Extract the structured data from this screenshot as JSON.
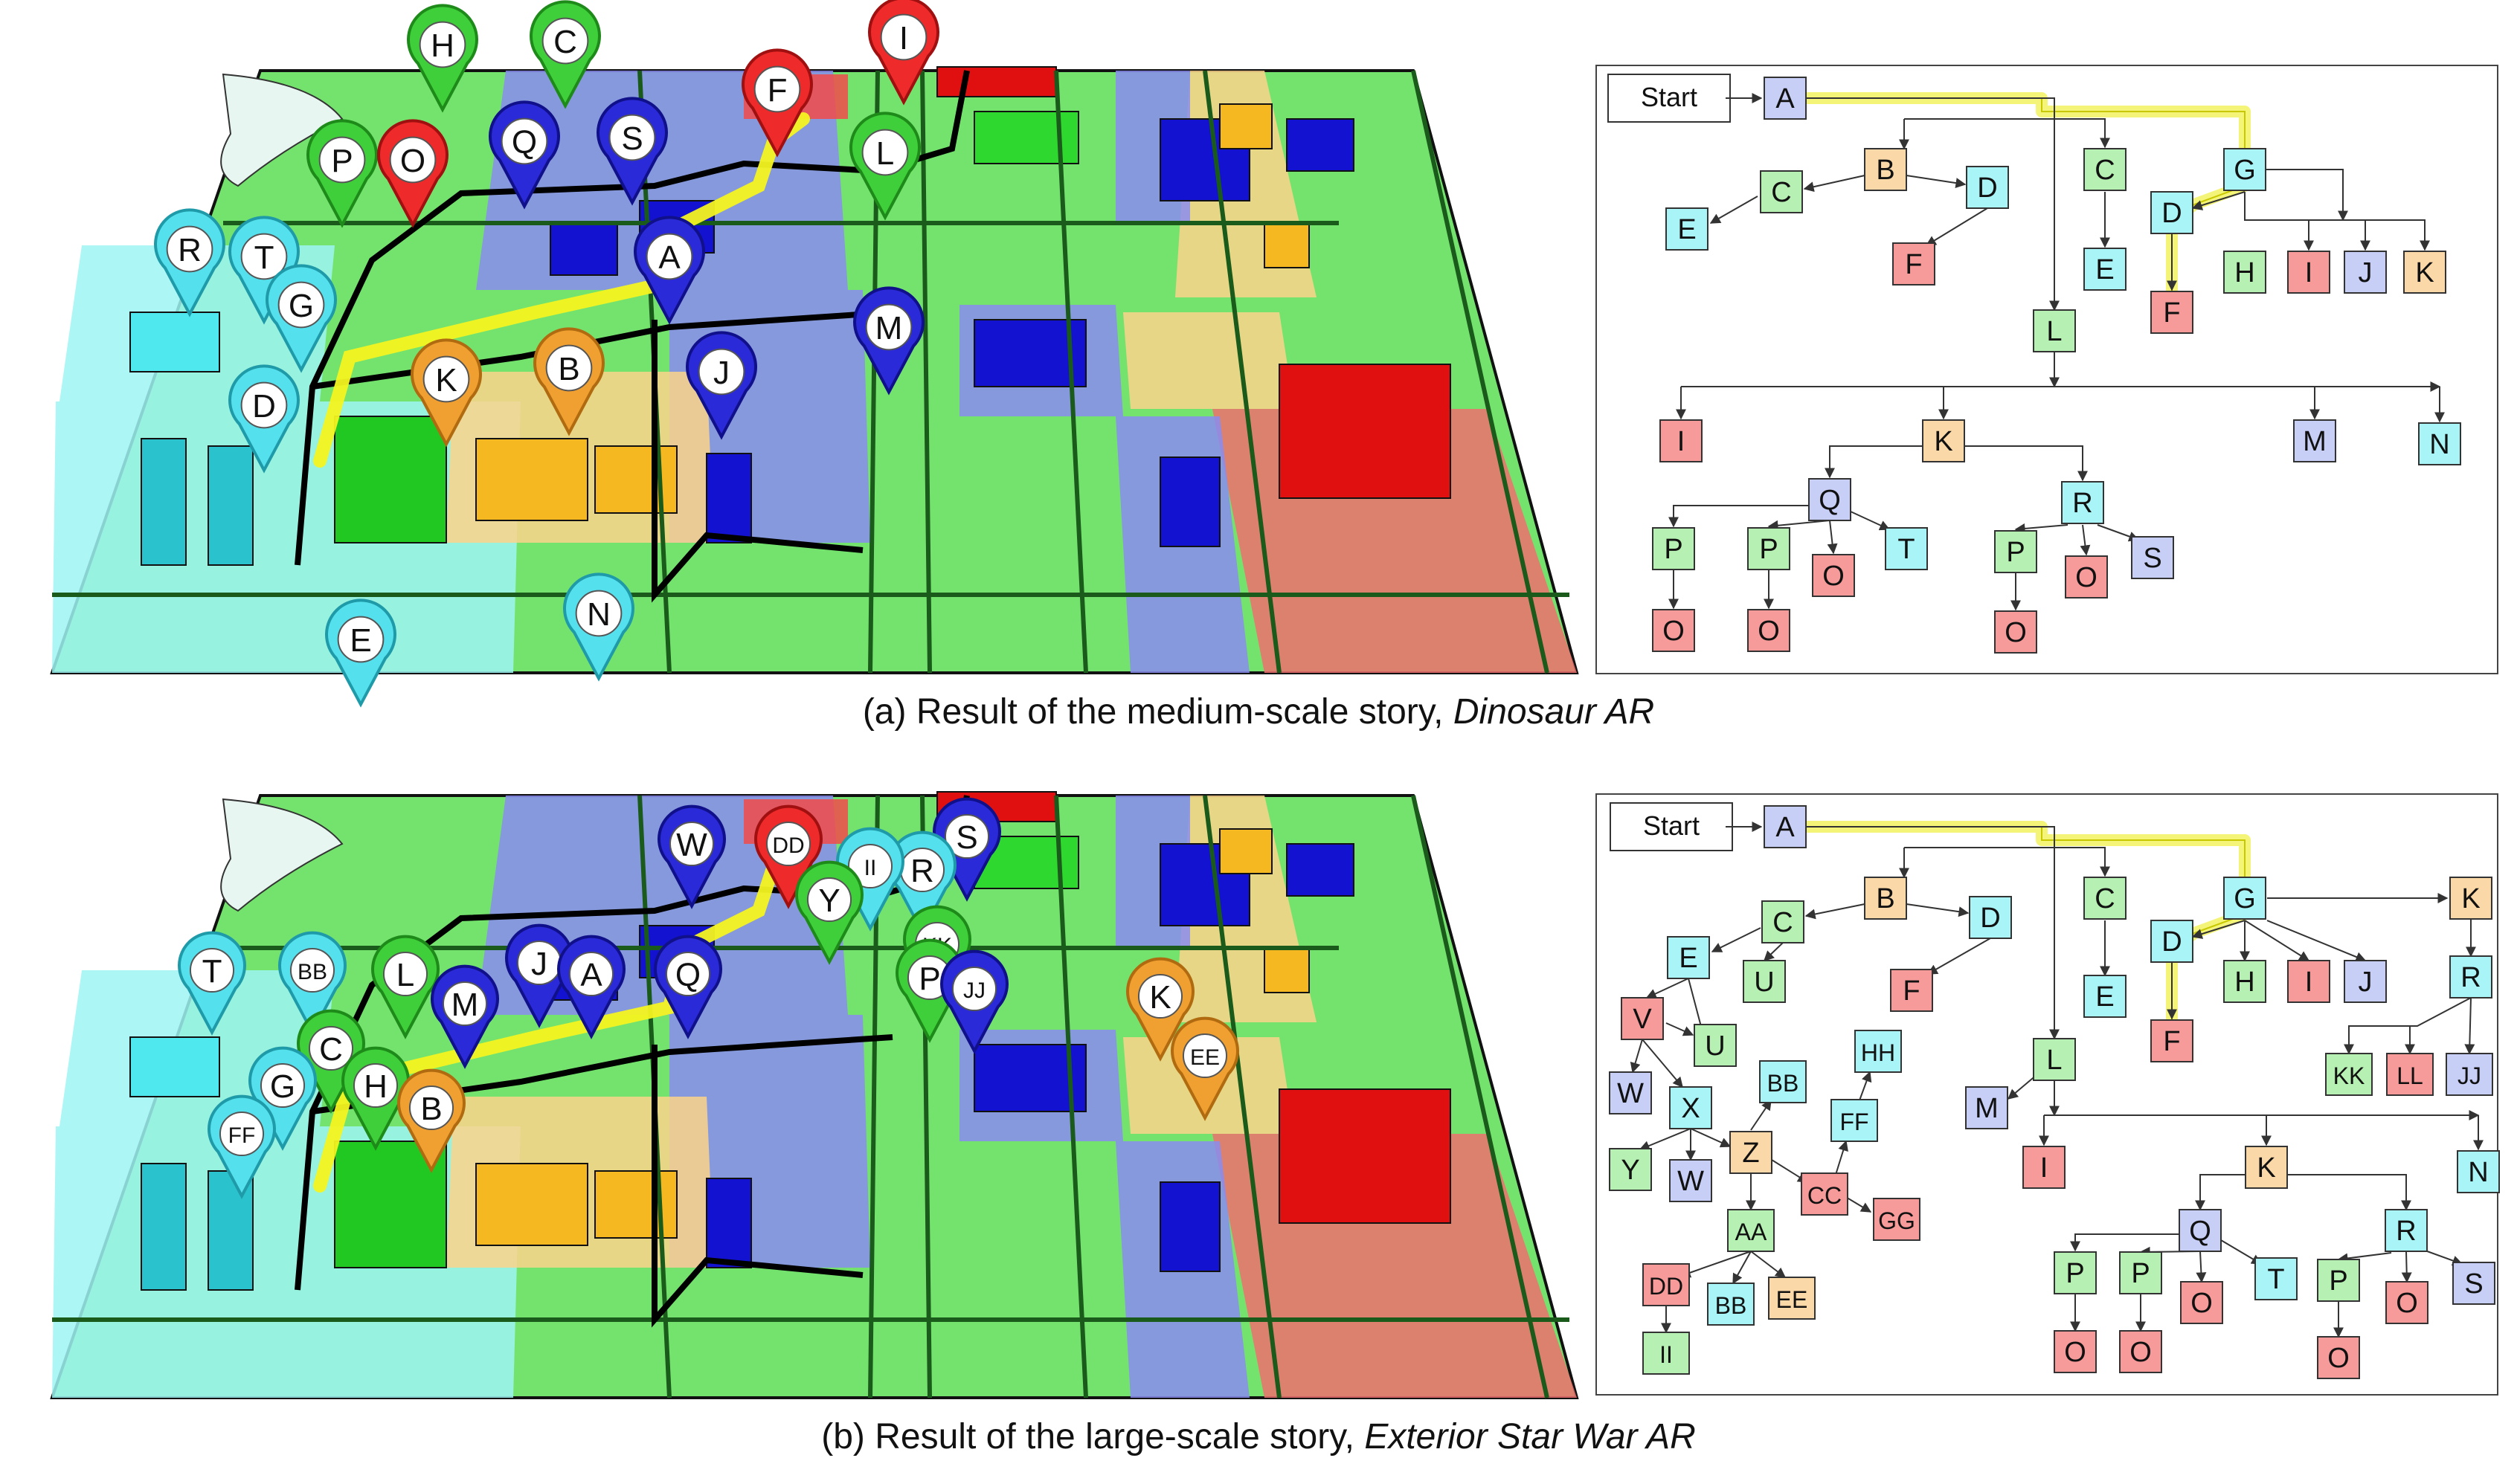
{
  "captions": {
    "a_prefix": "(a) Result of the medium-scale story, ",
    "a_title": "Dinosaur AR",
    "b_prefix": "(b) Result of the large-scale story, ",
    "b_title": "Exterior Star War AR"
  },
  "colors": {
    "green": "#b6f0b2",
    "blue": "#c7cff7",
    "cyan": "#a9f4f7",
    "orange": "#fad8a8",
    "red": "#f79a9a",
    "highlight": "#f2f25a",
    "map_green": "#74e36e",
    "map_blue": "#8a8cf0",
    "map_cyan": "#9ff5f5",
    "map_orange": "#fbd48a",
    "map_red": "#f07070"
  },
  "map_a": {
    "pins": [
      {
        "label": "H",
        "color": "green"
      },
      {
        "label": "C",
        "color": "green"
      },
      {
        "label": "I",
        "color": "red"
      },
      {
        "label": "F",
        "color": "red"
      },
      {
        "label": "P",
        "color": "green"
      },
      {
        "label": "O",
        "color": "red"
      },
      {
        "label": "Q",
        "color": "blue"
      },
      {
        "label": "S",
        "color": "blue"
      },
      {
        "label": "L",
        "color": "green"
      },
      {
        "label": "R",
        "color": "cyan"
      },
      {
        "label": "T",
        "color": "cyan"
      },
      {
        "label": "G",
        "color": "cyan"
      },
      {
        "label": "A",
        "color": "blue"
      },
      {
        "label": "D",
        "color": "cyan"
      },
      {
        "label": "K",
        "color": "orange"
      },
      {
        "label": "B",
        "color": "orange"
      },
      {
        "label": "J",
        "color": "blue"
      },
      {
        "label": "M",
        "color": "blue"
      },
      {
        "label": "E",
        "color": "cyan"
      },
      {
        "label": "N",
        "color": "cyan"
      }
    ]
  },
  "map_b": {
    "pins": [
      {
        "label": "W",
        "color": "blue"
      },
      {
        "label": "DD",
        "color": "red"
      },
      {
        "label": "S",
        "color": "blue"
      },
      {
        "label": "R",
        "color": "cyan"
      },
      {
        "label": "II",
        "color": "cyan"
      },
      {
        "label": "Y",
        "color": "green"
      },
      {
        "label": "T",
        "color": "cyan"
      },
      {
        "label": "BB",
        "color": "cyan"
      },
      {
        "label": "L",
        "color": "green"
      },
      {
        "label": "M",
        "color": "blue"
      },
      {
        "label": "J",
        "color": "blue"
      },
      {
        "label": "A",
        "color": "blue"
      },
      {
        "label": "Q",
        "color": "blue"
      },
      {
        "label": "KK",
        "color": "green"
      },
      {
        "label": "P",
        "color": "green"
      },
      {
        "label": "JJ",
        "color": "blue"
      },
      {
        "label": "K",
        "color": "orange"
      },
      {
        "label": "EE",
        "color": "orange"
      },
      {
        "label": "C",
        "color": "green"
      },
      {
        "label": "G",
        "color": "cyan"
      },
      {
        "label": "FF",
        "color": "cyan"
      },
      {
        "label": "H",
        "color": "green"
      },
      {
        "label": "B",
        "color": "orange"
      }
    ]
  },
  "tree_a": {
    "start": "Start",
    "nodes": [
      {
        "id": "A",
        "label": "A",
        "color": "blue"
      },
      {
        "id": "B",
        "label": "B",
        "color": "orange"
      },
      {
        "id": "C",
        "label": "C",
        "color": "green"
      },
      {
        "id": "D",
        "label": "D",
        "color": "cyan"
      },
      {
        "id": "E",
        "label": "E",
        "color": "cyan"
      },
      {
        "id": "F",
        "label": "F",
        "color": "red"
      },
      {
        "id": "C2",
        "label": "C",
        "color": "green"
      },
      {
        "id": "E2",
        "label": "E",
        "color": "cyan"
      },
      {
        "id": "G",
        "label": "G",
        "color": "cyan"
      },
      {
        "id": "D2",
        "label": "D",
        "color": "cyan"
      },
      {
        "id": "F2",
        "label": "F",
        "color": "red"
      },
      {
        "id": "H",
        "label": "H",
        "color": "green"
      },
      {
        "id": "I",
        "label": "I",
        "color": "red"
      },
      {
        "id": "J",
        "label": "J",
        "color": "blue"
      },
      {
        "id": "K",
        "label": "K",
        "color": "orange"
      },
      {
        "id": "L",
        "label": "L",
        "color": "green"
      },
      {
        "id": "I2",
        "label": "I",
        "color": "red"
      },
      {
        "id": "K2",
        "label": "K",
        "color": "orange"
      },
      {
        "id": "M",
        "label": "M",
        "color": "blue"
      },
      {
        "id": "N",
        "label": "N",
        "color": "cyan"
      },
      {
        "id": "P1",
        "label": "P",
        "color": "green"
      },
      {
        "id": "Q",
        "label": "Q",
        "color": "blue"
      },
      {
        "id": "R",
        "label": "R",
        "color": "cyan"
      },
      {
        "id": "P2",
        "label": "P",
        "color": "green"
      },
      {
        "id": "O1",
        "label": "O",
        "color": "red"
      },
      {
        "id": "T",
        "label": "T",
        "color": "cyan"
      },
      {
        "id": "P3",
        "label": "P",
        "color": "green"
      },
      {
        "id": "O2",
        "label": "O",
        "color": "red"
      },
      {
        "id": "S",
        "label": "S",
        "color": "blue"
      },
      {
        "id": "O3",
        "label": "O",
        "color": "red"
      },
      {
        "id": "O4",
        "label": "O",
        "color": "red"
      },
      {
        "id": "O5",
        "label": "O",
        "color": "red"
      }
    ]
  },
  "tree_b": {
    "start": "Start",
    "nodes": [
      {
        "id": "A",
        "label": "A",
        "color": "blue"
      },
      {
        "id": "B",
        "label": "B",
        "color": "orange"
      },
      {
        "id": "C",
        "label": "C",
        "color": "green"
      },
      {
        "id": "D",
        "label": "D",
        "color": "cyan"
      },
      {
        "id": "E",
        "label": "E",
        "color": "cyan"
      },
      {
        "id": "U",
        "label": "U",
        "color": "green"
      },
      {
        "id": "F",
        "label": "F",
        "color": "red"
      },
      {
        "id": "V",
        "label": "V",
        "color": "red"
      },
      {
        "id": "U2",
        "label": "U",
        "color": "green"
      },
      {
        "id": "HH",
        "label": "HH",
        "color": "cyan"
      },
      {
        "id": "W",
        "label": "W",
        "color": "blue"
      },
      {
        "id": "X",
        "label": "X",
        "color": "cyan"
      },
      {
        "id": "BB",
        "label": "BB",
        "color": "cyan"
      },
      {
        "id": "FF",
        "label": "FF",
        "color": "cyan"
      },
      {
        "id": "Y",
        "label": "Y",
        "color": "green"
      },
      {
        "id": "W2",
        "label": "W",
        "color": "blue"
      },
      {
        "id": "Z",
        "label": "Z",
        "color": "orange"
      },
      {
        "id": "CC",
        "label": "CC",
        "color": "red"
      },
      {
        "id": "GG",
        "label": "GG",
        "color": "red"
      },
      {
        "id": "AA",
        "label": "AA",
        "color": "green"
      },
      {
        "id": "DD",
        "label": "DD",
        "color": "red"
      },
      {
        "id": "BB2",
        "label": "BB",
        "color": "cyan"
      },
      {
        "id": "EE",
        "label": "EE",
        "color": "orange"
      },
      {
        "id": "II",
        "label": "II",
        "color": "green"
      },
      {
        "id": "C2",
        "label": "C",
        "color": "green"
      },
      {
        "id": "E2",
        "label": "E",
        "color": "cyan"
      },
      {
        "id": "G",
        "label": "G",
        "color": "cyan"
      },
      {
        "id": "D2",
        "label": "D",
        "color": "cyan"
      },
      {
        "id": "F2",
        "label": "F",
        "color": "red"
      },
      {
        "id": "H",
        "label": "H",
        "color": "green"
      },
      {
        "id": "I",
        "label": "I",
        "color": "red"
      },
      {
        "id": "J",
        "label": "J",
        "color": "blue"
      },
      {
        "id": "K",
        "label": "K",
        "color": "orange"
      },
      {
        "id": "R",
        "label": "R",
        "color": "cyan"
      },
      {
        "id": "KK",
        "label": "KK",
        "color": "green"
      },
      {
        "id": "LL",
        "label": "LL",
        "color": "red"
      },
      {
        "id": "JJ",
        "label": "JJ",
        "color": "blue"
      },
      {
        "id": "L",
        "label": "L",
        "color": "green"
      },
      {
        "id": "M",
        "label": "M",
        "color": "blue"
      },
      {
        "id": "I2",
        "label": "I",
        "color": "red"
      },
      {
        "id": "K2",
        "label": "K",
        "color": "orange"
      },
      {
        "id": "N",
        "label": "N",
        "color": "cyan"
      },
      {
        "id": "P1",
        "label": "P",
        "color": "green"
      },
      {
        "id": "P2",
        "label": "P",
        "color": "green"
      },
      {
        "id": "Q",
        "label": "Q",
        "color": "blue"
      },
      {
        "id": "T",
        "label": "T",
        "color": "cyan"
      },
      {
        "id": "R2",
        "label": "R",
        "color": "cyan"
      },
      {
        "id": "O1",
        "label": "O",
        "color": "red"
      },
      {
        "id": "O2",
        "label": "O",
        "color": "red"
      },
      {
        "id": "O3",
        "label": "O",
        "color": "red"
      },
      {
        "id": "P3",
        "label": "P",
        "color": "green"
      },
      {
        "id": "O4",
        "label": "O",
        "color": "red"
      },
      {
        "id": "S",
        "label": "S",
        "color": "blue"
      },
      {
        "id": "O5",
        "label": "O",
        "color": "red"
      }
    ]
  }
}
